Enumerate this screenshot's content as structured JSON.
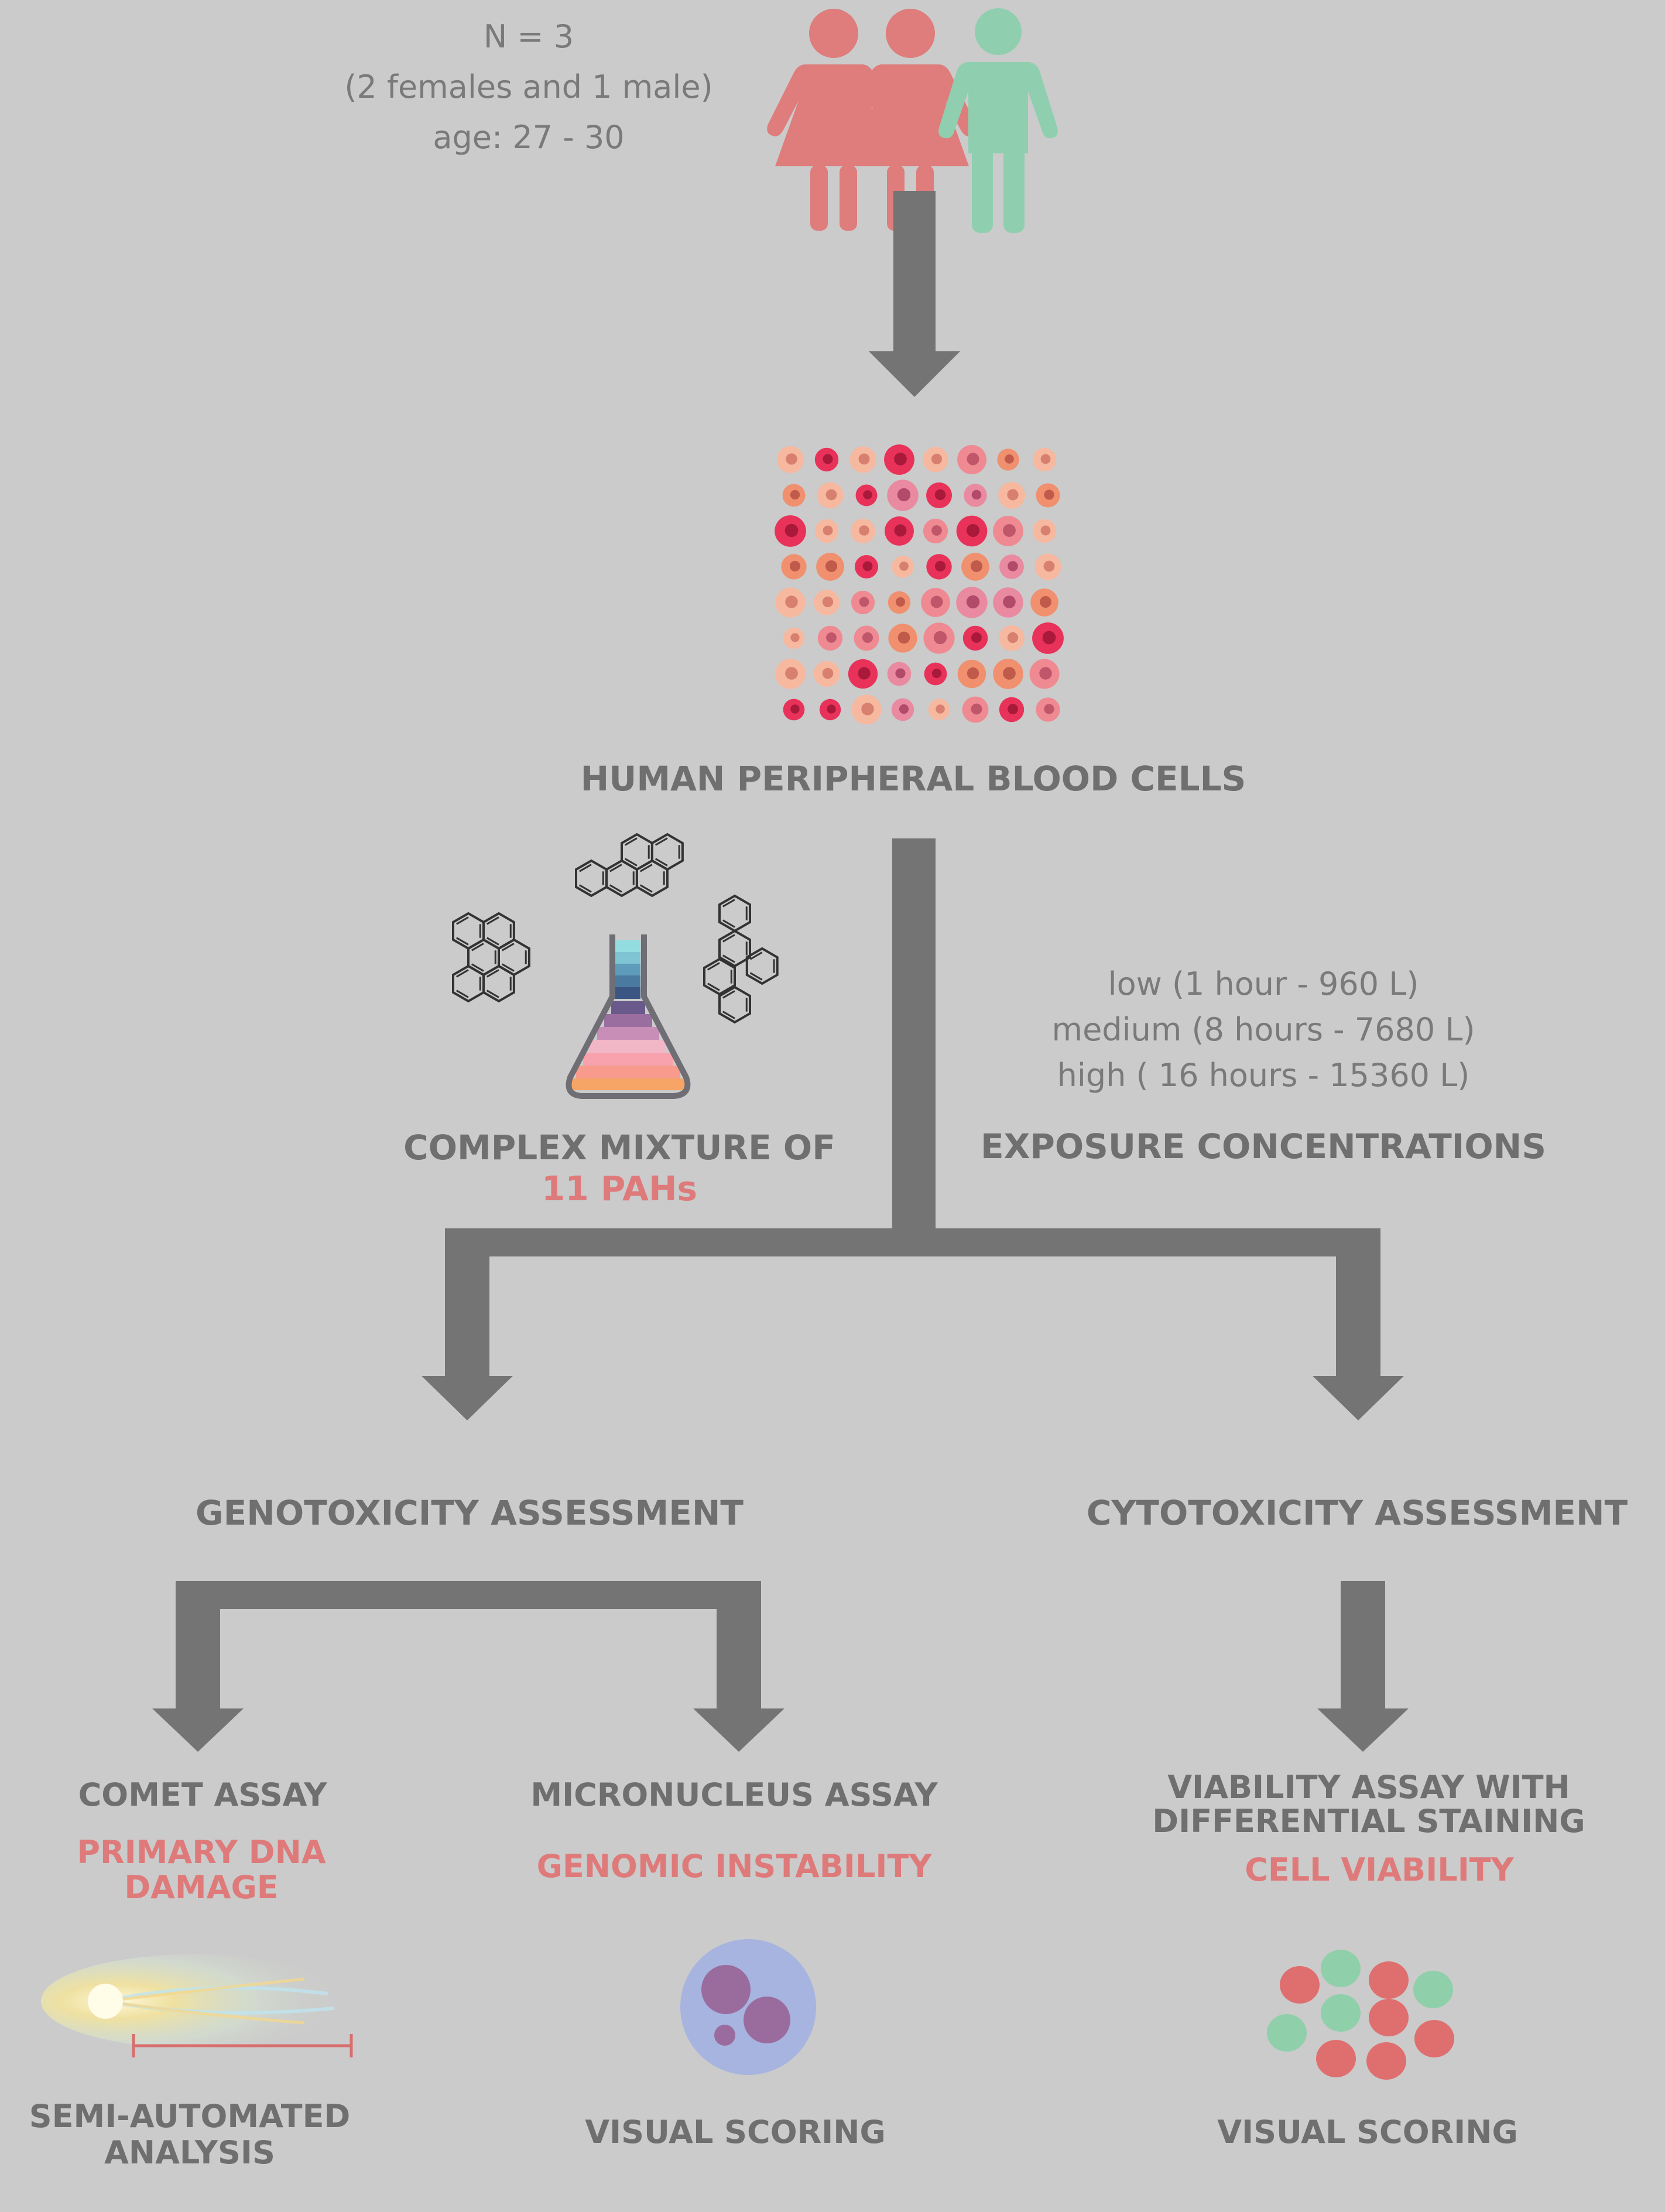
{
  "participants": {
    "n": "N = 3",
    "sex": "(2 females and 1 male)",
    "age": "age: 27 - 30"
  },
  "blood_cells_label": "HUMAN PERIPHERAL BLOOD CELLS",
  "mixture": {
    "label": "COMPLEX MIXTURE OF",
    "highlight": "11 PAHs"
  },
  "exposure": {
    "levels": [
      "low (1 hour - 960 L)",
      "medium (8 hours - 7680 L)",
      "high ( 16 hours - 15360 L)"
    ],
    "label": "EXPOSURE CONCENTRATIONS"
  },
  "genotoxicity": {
    "label": "GENOTOXICITY ASSESSMENT",
    "comet": {
      "title": "COMET ASSAY",
      "outcome_line1": "PRIMARY DNA",
      "outcome_line2": "DAMAGE",
      "method_line1": "SEMI-AUTOMATED",
      "method_line2": "ANALYSIS"
    },
    "micronucleus": {
      "title": "MICRONUCLEUS ASSAY",
      "outcome": "GENOMIC INSTABILITY",
      "method": "VISUAL SCORING"
    }
  },
  "cytotoxicity": {
    "label": "CYTOTOXICITY ASSESSMENT",
    "viability": {
      "title_line1": "VIABILITY ASSAY WITH",
      "title_line2": "DIFFERENTIAL STAINING",
      "outcome": "CELL VIABILITY",
      "method": "VISUAL SCORING"
    }
  },
  "colors": {
    "background": "#cbcbcb",
    "arrow": "#747474",
    "heading": "#6f6f6f",
    "accent": "#df7a7a",
    "female": "#df7c7c",
    "male": "#8fcfb0"
  },
  "icons": [
    "female-person-icon",
    "male-person-icon",
    "blood-cells-icon",
    "pah-molecule-icon",
    "flask-icon",
    "comet-icon",
    "micronucleus-cell-icon",
    "viability-cells-icon"
  ]
}
